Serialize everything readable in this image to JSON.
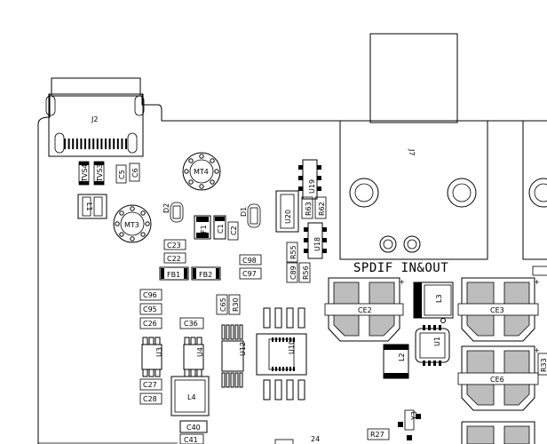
{
  "title": "SPDIF IN&OUT",
  "labels": {
    "J2": "J2",
    "J7": "J7",
    "TVS4": "TVS4",
    "TVS3": "TVS3",
    "C6": "C6",
    "C5": "C5",
    "L1": "L1",
    "MT4": "MT4",
    "MT3": "MT3",
    "D2": "D2",
    "D1": "D1",
    "F1": "F1",
    "C1": "C1",
    "C2": "C2",
    "U19": "U19",
    "U20": "U20",
    "R63": "R63",
    "R62": "R62",
    "U18": "U18",
    "C23": "C23",
    "C22": "C22",
    "FB1": "FB1",
    "FB2": "FB2",
    "C98": "C98",
    "C97": "C97",
    "C89": "C89",
    "R55": "R55",
    "R56": "R56",
    "C96": "C96",
    "C95": "C95",
    "C26": "C26",
    "C36": "C36",
    "C65": "C65",
    "R30": "R30",
    "U3": "U3",
    "U4": "U4",
    "U12": "U12",
    "U10": "U10",
    "C27": "C27",
    "C28": "C28",
    "L4": "L4",
    "C40": "C40",
    "C41": "C41",
    "CE2": "CE2",
    "L3": "L3",
    "CE3": "CE3",
    "U1": "U1",
    "L2": "L2",
    "CE6": "CE6",
    "R27": "R27",
    "Y3": "Y3",
    "n24": "24",
    "R33": "R33"
  }
}
